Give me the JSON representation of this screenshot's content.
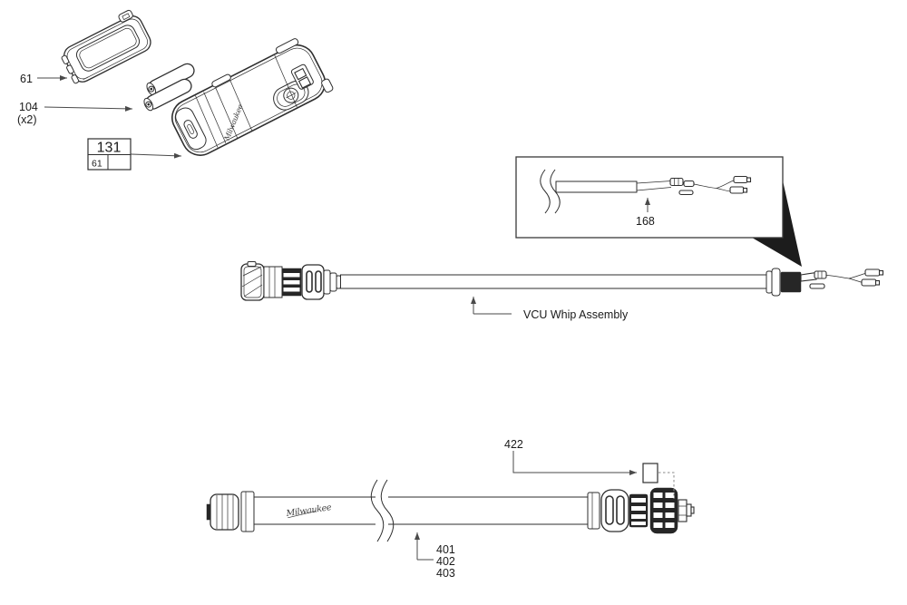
{
  "colors": {
    "background": "#ffffff",
    "linework": "#2e2e2e",
    "leader": "#4a4a4a",
    "dark_fill": "#262626",
    "text": "#1a1a1a"
  },
  "callouts": {
    "battery_cover": "61",
    "battery": "104",
    "battery_qty": "(x2)",
    "vcu_table_main": "131",
    "vcu_table_sub": "61",
    "whip_inner_harness": "168",
    "whip_assembly": "VCU Whip Assembly",
    "connector_cap": "422",
    "hose_assembly": [
      "401",
      "402",
      "403"
    ]
  },
  "brand": {
    "script_logo": "Milwaukee"
  }
}
